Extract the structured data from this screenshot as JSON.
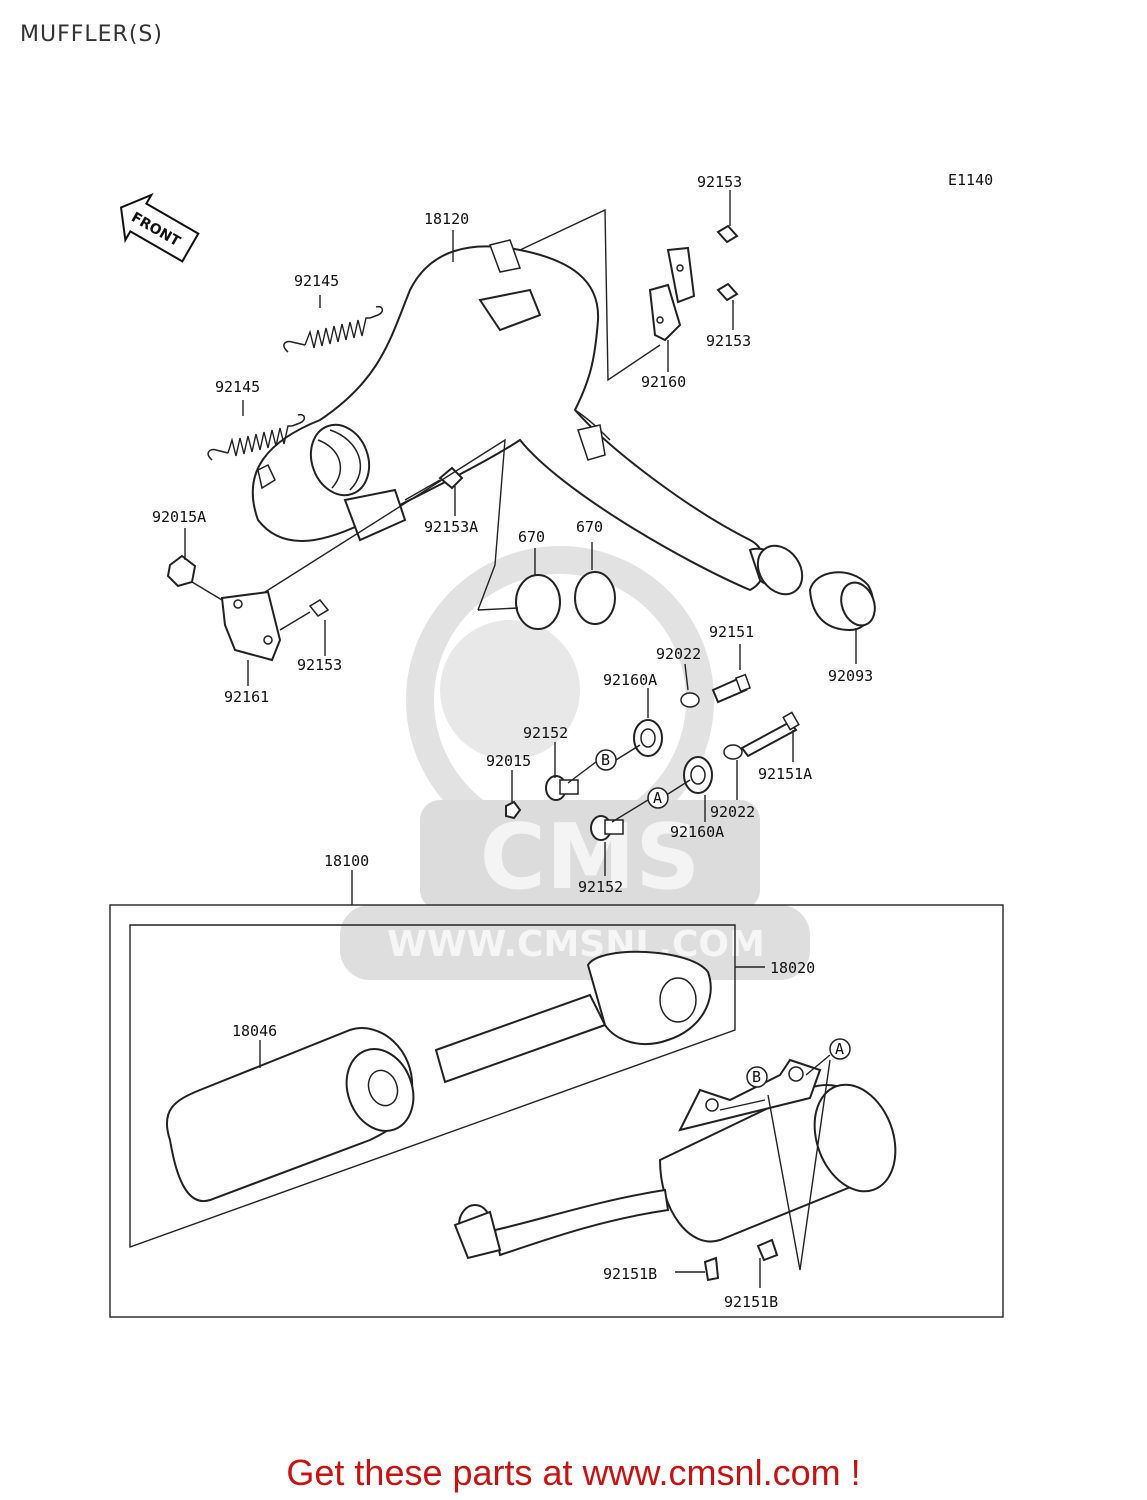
{
  "page": {
    "title": "MUFFLER(S)",
    "diagram_code": "E1140",
    "front_label": "FRONT"
  },
  "watermark": {
    "brand": "CMS",
    "url": "WWW.CMSNL.COM"
  },
  "footer": {
    "link_text": "Get these parts at www.cmsnl.com !",
    "link_color": "#cc1111"
  },
  "parts": {
    "p18120": "18120",
    "p92145_a": "92145",
    "p92145_b": "92145",
    "p92015A": "92015A",
    "p92161": "92161",
    "p92153_lower": "92153",
    "p92153A": "92153A",
    "p670_a": "670",
    "p670_b": "670",
    "p92153_top": "92153",
    "p92153_mid": "92153",
    "p92160": "92160",
    "p92093": "92093",
    "p92151": "92151",
    "p92022_a": "92022",
    "p92160A_a": "92160A",
    "p92152_a": "92152",
    "p92015": "92015",
    "p92151A": "92151A",
    "p92022_b": "92022",
    "p92160A_b": "92160A",
    "p92152_b": "92152",
    "p18100": "18100",
    "p18020": "18020",
    "p18046": "18046",
    "p92151B_a": "92151B",
    "p92151B_b": "92151B"
  },
  "refs": {
    "A": "A",
    "B": "B"
  }
}
